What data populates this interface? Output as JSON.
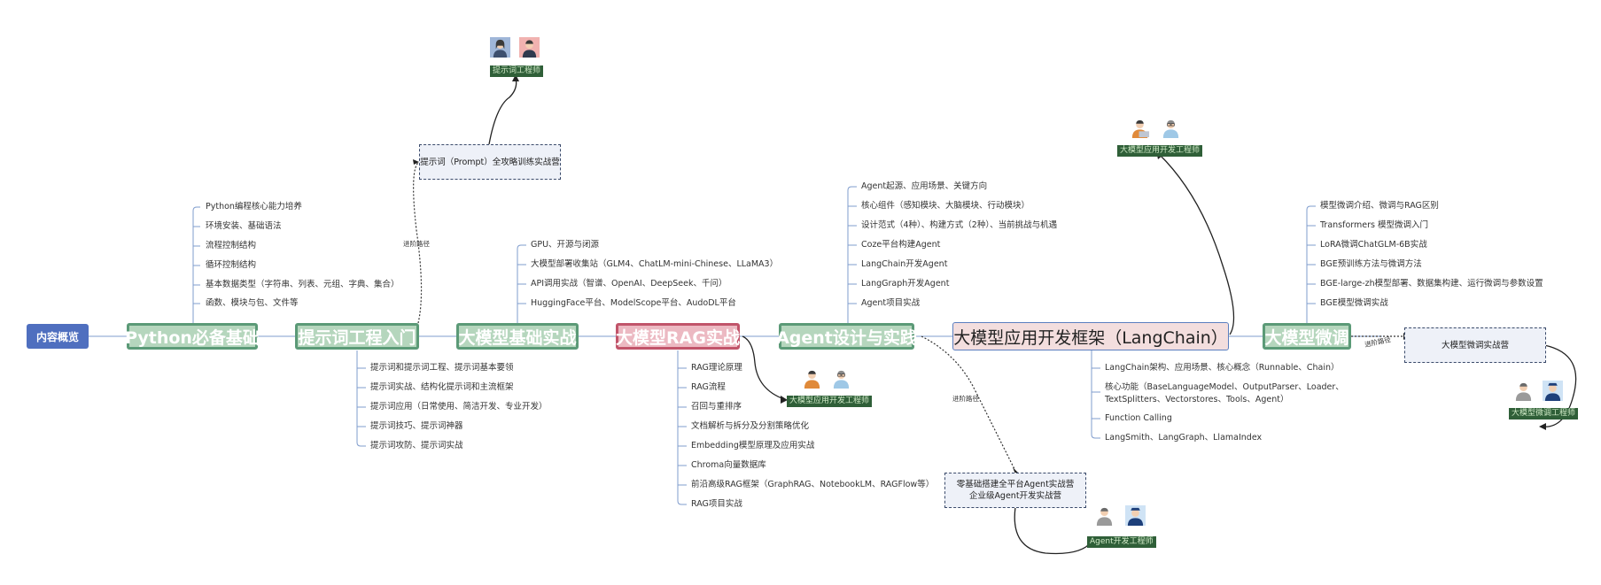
{
  "root": "内容概览",
  "python": {
    "title": "Python必备基础",
    "items": [
      "Python编程核心能力培养",
      "环境安装、基础语法",
      "流程控制结构",
      "循环控制结构",
      "基本数据类型（字符串、列表、元组、字典、集合）",
      "函数、模块与包、文件等"
    ]
  },
  "prompt": {
    "title": "提示词工程入门",
    "items": [
      "提示词和提示词工程、提示词基本要领",
      "提示词实战、结构化提示词和主流框架",
      "提示词应用（日常使用、简洁开发、专业开发）",
      "提示词技巧、提示词神器",
      "提示词攻防、提示词实战"
    ],
    "advance_label": "进阶路径",
    "camp": "提示词（Prompt）全攻略训练实战营",
    "engineer": "提示词工程师"
  },
  "basic": {
    "title": "大模型基础实战",
    "items": [
      "GPU、开源与闭源",
      "大模型部署收集站（GLM4、ChatLM-mini-Chinese、LLaMA3）",
      "API调用实战（智谱、OpenAI、DeepSeek、千问）",
      "HuggingFace平台、ModelScope平台、AudoDL平台"
    ]
  },
  "rag": {
    "title": "大模型RAG实战",
    "items": [
      "RAG理论原理",
      "RAG流程",
      "召回与重排序",
      "文档解析与拆分及分割策略优化",
      "Embedding模型原理及应用实战",
      "Chroma向量数据库",
      "前沿高级RAG框架（GraphRAG、NotebookLM、RAGFlow等）",
      "RAG项目实战"
    ],
    "engineer": "大模型应用开发工程师"
  },
  "agent": {
    "title": "Agent设计与实践",
    "items": [
      "Agent起源、应用场景、关键方向",
      "核心组件（感知模块、大脑模块、行动模块）",
      "设计范式（4种）、构建方式（2种）、当前挑战与机遇",
      "Coze平台构建Agent",
      "LangChain开发Agent",
      "LangGraph开发Agent",
      "Agent项目实战"
    ],
    "advance_label": "进阶路径",
    "camp_lines": [
      "零基础搭建全平台Agent实战营",
      "企业级Agent开发实战营"
    ],
    "engineer": "Agent开发工程师"
  },
  "langchain": {
    "title": "大模型应用开发框架（LangChain）",
    "items": [
      "LangChain架构、应用场景、核心概念（Runnable、Chain）",
      "核心功能（BaseLanguageModel、OutputParser、Loader、",
      "TextSplitters、Vectorstores、Tools、Agent）",
      "Function Calling",
      "LangSmith、LangGraph、LlamaIndex"
    ],
    "engineer": "大模型应用开发工程师"
  },
  "finetune": {
    "title": "大模型微调",
    "items": [
      "模型微调介绍、微调与RAG区别",
      "Transformers 模型微调入门",
      "LoRA微调ChatGLM-6B实战",
      "BGE预训练方法与微调方法",
      "BGE-large-zh模型部署、数据集构建、运行微调与参数设置",
      "BGE模型微调实战"
    ],
    "advance_label": "进阶路径",
    "camp": "大模型微调实战营",
    "engineer": "大模型微调工程师"
  },
  "colors": {
    "main_border": "#5b9a77",
    "main_fill": "#b5d6bd",
    "rag_border": "#c1546a",
    "rag_fill": "#ecb9c2",
    "root_fill": "#4f6fbf",
    "tag_fill": "#2f5f38",
    "line": "#7f9ccd"
  }
}
